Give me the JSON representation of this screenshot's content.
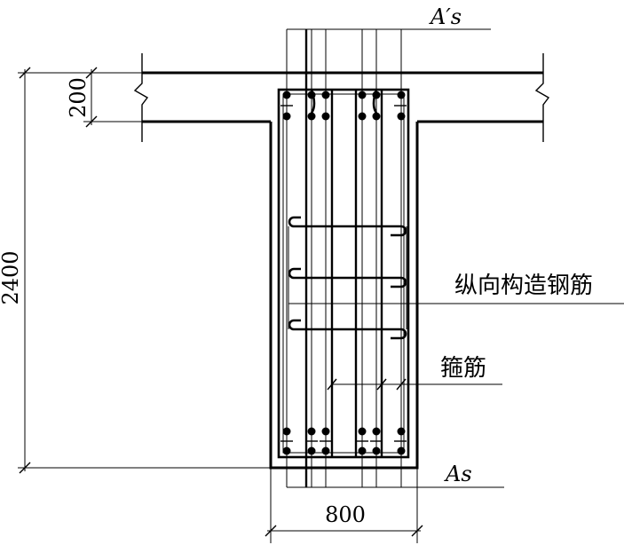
{
  "labels": {
    "top_steel": "A′s",
    "bottom_steel": "As",
    "longitudinal_bars": "纵向构造钢筋",
    "stirrups": "箍筋"
  },
  "dimensions": {
    "slab_thickness": "200",
    "beam_height": "2400",
    "beam_width": "800"
  }
}
